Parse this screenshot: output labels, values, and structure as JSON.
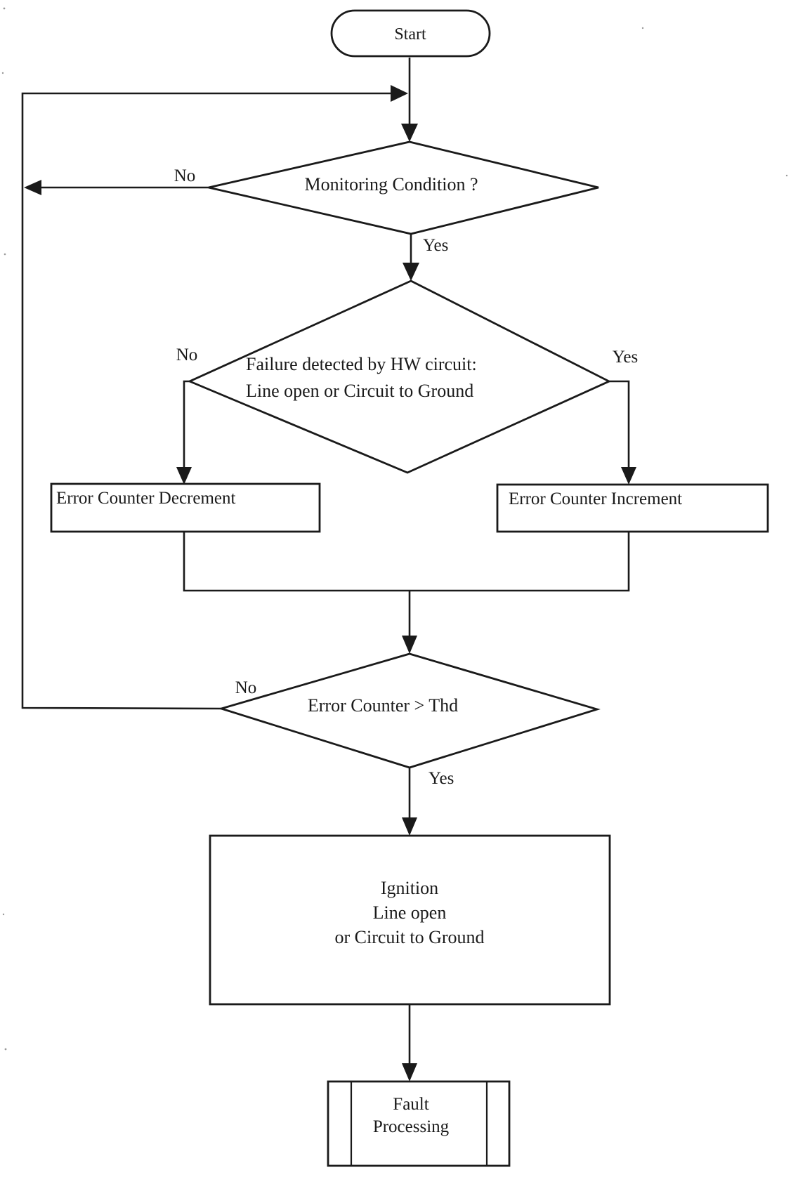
{
  "diagram_type": "flowchart",
  "colors": {
    "ink": "#1a1a1a",
    "paper": "#ffffff"
  },
  "nodes": {
    "start": {
      "shape": "terminator",
      "label": "Start"
    },
    "monitoring": {
      "shape": "decision",
      "label": "Monitoring Condition ?"
    },
    "failure": {
      "shape": "decision",
      "lines": [
        "Failure detected by HW circuit:",
        "Line open or Circuit to Ground"
      ]
    },
    "decrement": {
      "shape": "process",
      "label": "Error Counter Decrement"
    },
    "increment": {
      "shape": "process",
      "label": "Error Counter Increment"
    },
    "threshold": {
      "shape": "decision",
      "label": "Error Counter > Thd"
    },
    "ignition": {
      "shape": "process",
      "lines": [
        "Ignition",
        "Line open",
        "or Circuit to Ground"
      ]
    },
    "fault": {
      "shape": "predefined_process",
      "lines": [
        "Fault",
        "Processing"
      ]
    }
  },
  "edge_labels": {
    "monitoring_no": "No",
    "monitoring_yes": "Yes",
    "failure_no": "No",
    "failure_yes": "Yes",
    "threshold_no": "No",
    "threshold_yes": "Yes"
  },
  "edges": [
    {
      "from": "start",
      "to": "monitoring",
      "label": ""
    },
    {
      "from": "monitoring",
      "to": "loop-return",
      "label": "No"
    },
    {
      "from": "monitoring",
      "to": "failure",
      "label": "Yes"
    },
    {
      "from": "failure",
      "to": "decrement",
      "label": "No"
    },
    {
      "from": "failure",
      "to": "increment",
      "label": "Yes"
    },
    {
      "from": "decrement",
      "to": "threshold",
      "label": ""
    },
    {
      "from": "increment",
      "to": "threshold",
      "label": ""
    },
    {
      "from": "threshold",
      "to": "loop-return",
      "label": "No"
    },
    {
      "from": "threshold",
      "to": "ignition",
      "label": "Yes"
    },
    {
      "from": "ignition",
      "to": "fault",
      "label": ""
    }
  ]
}
